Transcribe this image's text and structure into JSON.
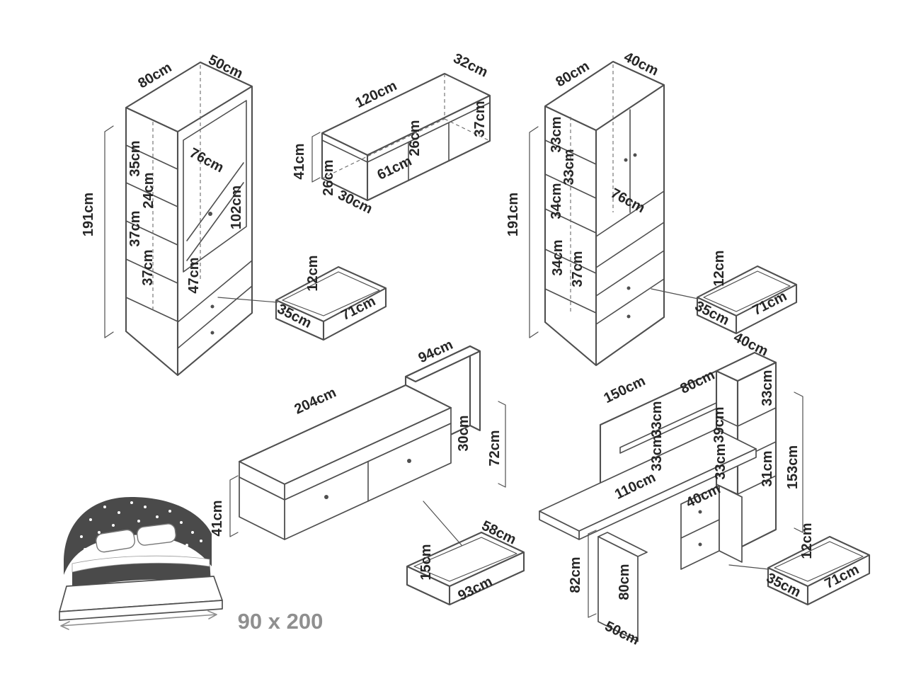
{
  "figure": {
    "bed_size": "90 x 200"
  },
  "wardrobe": {
    "labels": {
      "width": "80cm",
      "depth": "50cm",
      "height": "191cm",
      "section_1": "35cm",
      "section_2": "24cm",
      "section_3": "37cm",
      "section_4": "37cm",
      "door_width": "76cm",
      "door_height": "102cm",
      "bottom_section": "47cm"
    }
  },
  "wardrobe_drawer": {
    "labels": {
      "height": "12cm",
      "depth": "35cm",
      "width": "71cm"
    }
  },
  "wall_shelf": {
    "labels": {
      "width": "120cm",
      "depth": "32cm",
      "side_height": "37cm",
      "inner_height_right": "26cm",
      "inner_width": "61cm",
      "inner_height_left": "26cm",
      "bottom_depth": "30cm",
      "height": "41cm"
    }
  },
  "cabinet": {
    "labels": {
      "width": "80cm",
      "depth": "40cm",
      "height": "191cm",
      "section_1": "33cm",
      "section_2": "33cm",
      "section_3": "34cm",
      "section_4": "34cm",
      "section_5": "37cm",
      "door_width": "76cm"
    }
  },
  "cabinet_drawer": {
    "labels": {
      "height": "12cm",
      "width": "71cm",
      "depth": "35cm"
    }
  },
  "bed": {
    "labels": {
      "headboard_width": "94cm",
      "length": "204cm",
      "headboard_height": "30cm",
      "head_height": "72cm",
      "foot_height": "41cm"
    }
  },
  "bed_drawer": {
    "labels": {
      "depth": "58cm",
      "height": "15cm",
      "width": "93cm"
    }
  },
  "desk": {
    "labels": {
      "total_width": "150cm",
      "hutch_width": "80cm",
      "depth": "40cm",
      "cubby_right_top": "33cm",
      "shelf_left_1": "33cm",
      "cubby_top": "39cm",
      "shelf_left_2": "33cm",
      "cubby_mid": "33cm",
      "cubby_right_mid": "31cm",
      "total_height": "153cm",
      "desktop_width": "110cm",
      "pedestal_width": "40cm",
      "leg_height": "82cm",
      "under_desk_height": "80cm",
      "base_depth": "50cm"
    }
  },
  "desk_drawer": {
    "labels": {
      "height": "12cm",
      "width": "71cm",
      "depth": "35cm"
    }
  }
}
